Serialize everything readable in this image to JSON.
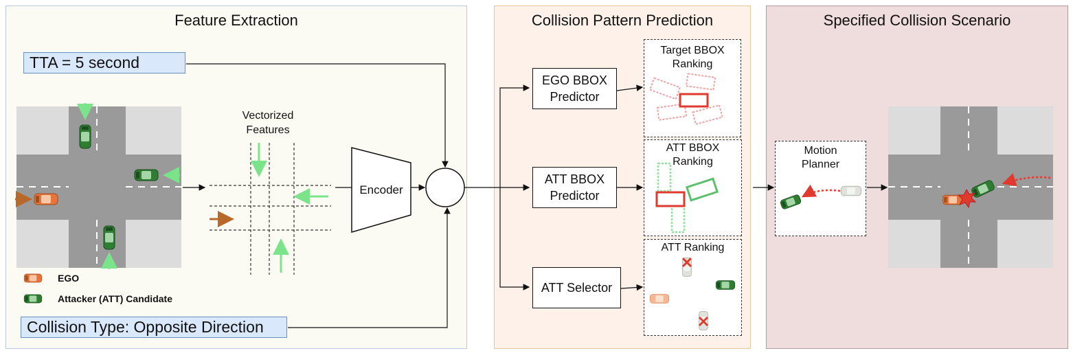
{
  "colors": {
    "ego": "#e8743b",
    "attacker": "#2e7d32",
    "vector_green": "#7be38a",
    "vector_brown": "#b8692a",
    "bbox_red": "#e03a2e",
    "bbox_green": "#5cbf6a",
    "panel1_bg": "#fcfbf3",
    "panel2_bg": "#fdf1ea",
    "panel3_bg": "#efdcdc"
  },
  "panels": {
    "feature_extraction": {
      "title": "Feature Extraction",
      "tta": "TTA = 5 second",
      "collision_type": "Collision Type: Opposite Direction",
      "vectorized_features": "Vectorized\nFeatures",
      "encoder": "Encoder",
      "legend": {
        "ego": "EGO",
        "attacker": "Attacker (ATT) Candidate"
      }
    },
    "collision_pattern": {
      "title": "Collision Pattern Prediction",
      "ego_predictor": "EGO BBOX\nPredictor",
      "att_predictor": "ATT BBOX\nPredictor",
      "att_selector": "ATT Selector",
      "target_ranking": "Target BBOX\nRanking",
      "att_bbox_ranking": "ATT BBOX\nRanking",
      "att_ranking": "ATT Ranking"
    },
    "specified_scenario": {
      "title": "Specified Collision Scenario",
      "motion_planner": "Motion\nPlanner"
    }
  }
}
